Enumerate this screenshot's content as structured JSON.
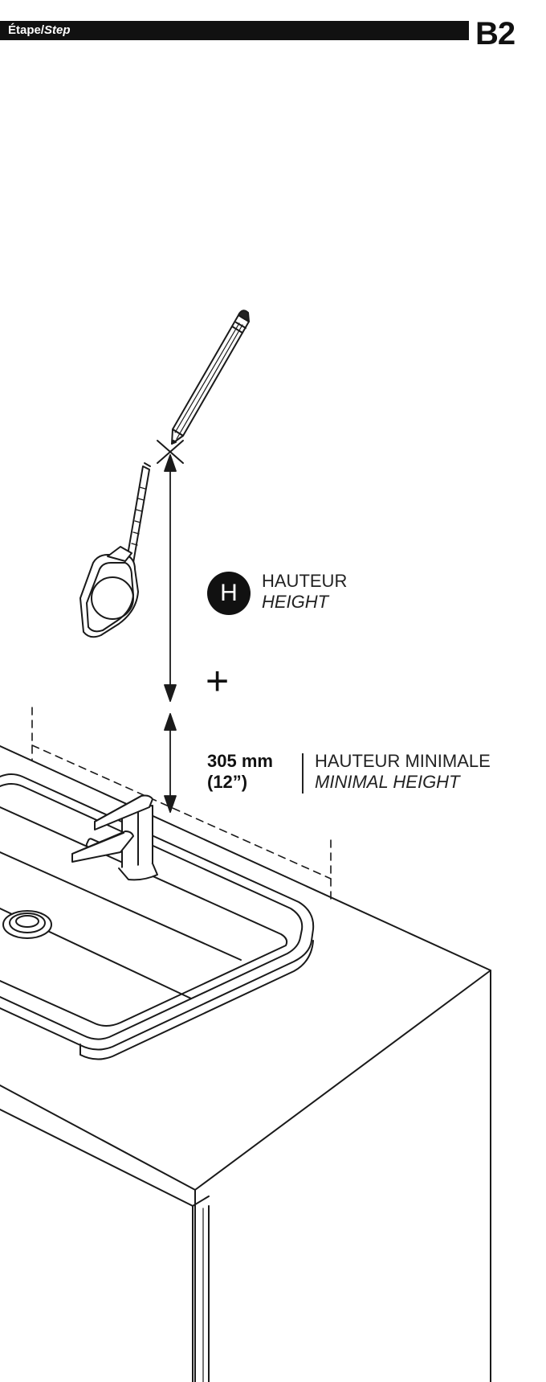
{
  "header": {
    "step_prefix": "Étape/",
    "step_suffix": "Step",
    "step_code": "B2"
  },
  "height": {
    "badge_letter": "H",
    "label_fr": "HAUTEUR",
    "label_en": "HEIGHT"
  },
  "plus_sign": "+",
  "minimum": {
    "value_mm": "305 mm",
    "value_in": "(12”)",
    "label_fr": "HAUTEUR MINIMALE",
    "label_en": "MINIMAL HEIGHT"
  }
}
